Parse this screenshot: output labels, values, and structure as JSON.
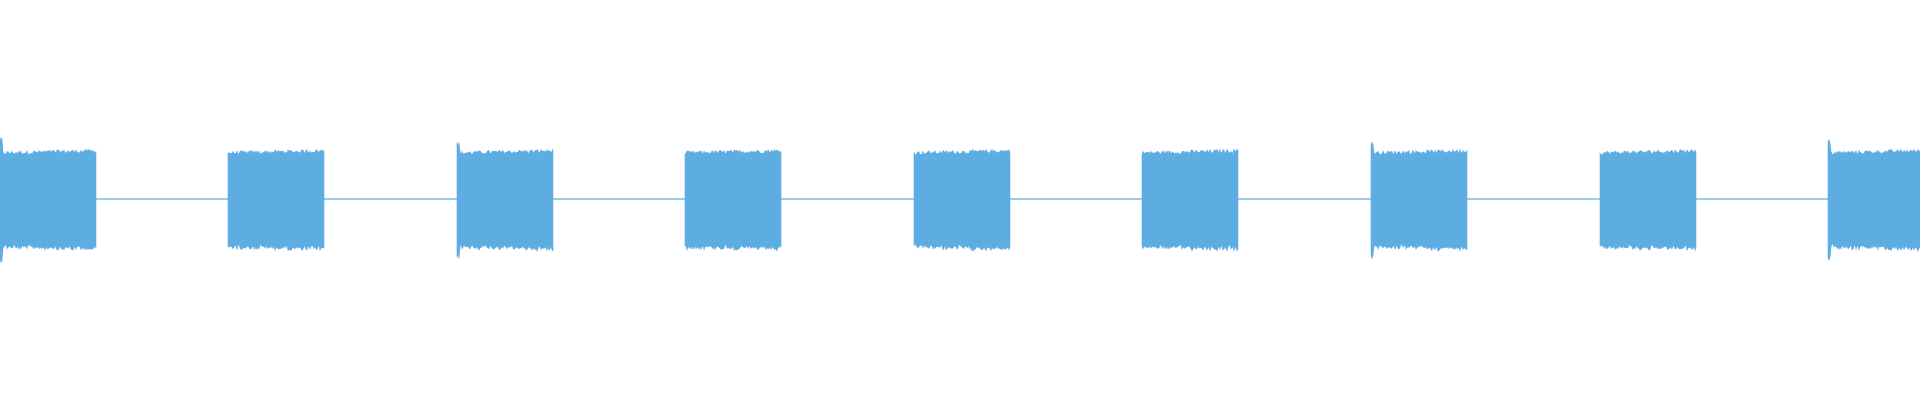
{
  "waveform": {
    "color": "#5dade2",
    "segments": [
      {
        "type": "burst"
      },
      {
        "type": "silence"
      },
      {
        "type": "burst"
      },
      {
        "type": "silence"
      },
      {
        "type": "burst"
      },
      {
        "type": "silence"
      },
      {
        "type": "burst"
      },
      {
        "type": "silence"
      },
      {
        "type": "burst"
      },
      {
        "type": "silence"
      },
      {
        "type": "burst"
      },
      {
        "type": "silence"
      },
      {
        "type": "burst"
      },
      {
        "type": "silence"
      },
      {
        "type": "burst"
      },
      {
        "type": "silence"
      },
      {
        "type": "burst"
      }
    ]
  }
}
